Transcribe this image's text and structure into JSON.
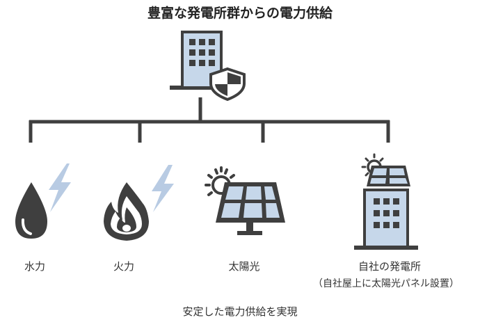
{
  "title": "豊富な発電所群からの電力供給",
  "sources": [
    {
      "label": "水力",
      "icon": "water-drop-icon"
    },
    {
      "label": "火力",
      "icon": "fire-icon"
    },
    {
      "label": "太陽光",
      "icon": "solar-panel-icon"
    },
    {
      "label": "自社の発電所",
      "sublabel": "（自社屋上に太陽光パネル設置）",
      "icon": "building-solar-icon"
    }
  ],
  "hub_icon": "secure-building-icon",
  "footer": "安定した電力供給を実現",
  "colors": {
    "dark": "#3f3f3f",
    "window_blue": "#c6d7ea",
    "lightning": "#b8cbe3",
    "white": "#ffffff"
  }
}
